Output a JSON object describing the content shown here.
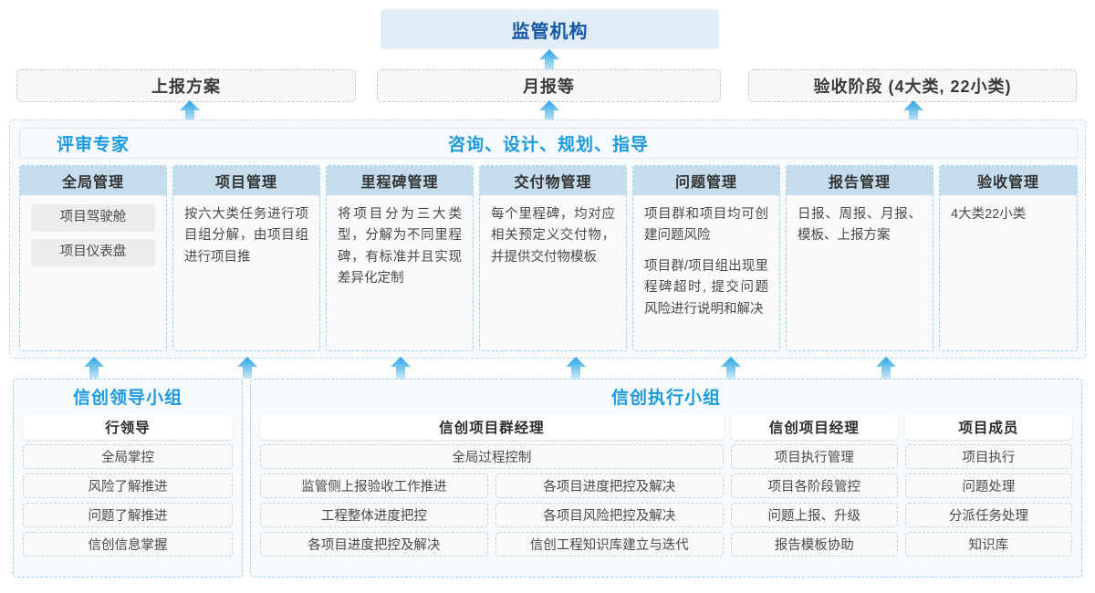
{
  "top": {
    "regulator": "监管机构",
    "deliverables": [
      {
        "label": "上报方案"
      },
      {
        "label": "月报等"
      },
      {
        "label": "验收阶段 (4大类, 22小类)"
      }
    ]
  },
  "middle": {
    "header_left": "评审专家",
    "header_center": "咨询、设计、规划、指导",
    "columns": [
      {
        "title": "全局管理",
        "chips": [
          "项目驾驶舱",
          "项目仪表盘"
        ],
        "paragraphs": []
      },
      {
        "title": "项目管理",
        "chips": [],
        "paragraphs": [
          "按六大类任务进行项目组分解，由项目组进行项目推"
        ]
      },
      {
        "title": "里程碑管理",
        "chips": [],
        "paragraphs": [
          "将项目分为三大类型，分解为不同里程碑，有标准并且实现差异化定制"
        ]
      },
      {
        "title": "交付物管理",
        "chips": [],
        "paragraphs": [
          "每个里程碑，均对应相关预定义交付物，并提供交付物模板"
        ]
      },
      {
        "title": "问题管理",
        "chips": [],
        "paragraphs": [
          "项目群和项目均可创建问题风险",
          "项目群/项目组出现里程碑超时, 提交问题风险进行说明和解决"
        ]
      },
      {
        "title": "报告管理",
        "chips": [],
        "paragraphs": [
          "日报、周报、月报、模板、上报方案"
        ]
      },
      {
        "title": "验收管理",
        "chips": [],
        "paragraphs": [
          "4大类22小类"
        ]
      }
    ]
  },
  "bottom": {
    "leading_group": {
      "title": "信创领导小组",
      "role": "行领导",
      "tasks": [
        "全局掌控",
        "风险了解推进",
        "问题了解推进",
        "信创信息掌握"
      ]
    },
    "exec_group": {
      "title": "信创执行小组",
      "program_manager": {
        "role": "信创项目群经理",
        "full_task": "全局过程控制",
        "left_tasks": [
          "监管侧上报验收工作推进",
          "工程整体进度把控",
          "各项目进度把控及解决"
        ],
        "right_tasks": [
          "各项目进度把控及解决",
          "各项目风险把控及解决",
          "信创工程知识库建立与迭代"
        ]
      },
      "project_manager": {
        "role": "信创项目经理",
        "tasks": [
          "项目执行管理",
          "项目各阶段管控",
          "问题上报、升级",
          "报告模板协助"
        ]
      },
      "member": {
        "role": "项目成员",
        "tasks": [
          "项目执行",
          "问题处理",
          "分派任务处理",
          "知识库"
        ]
      }
    }
  },
  "colors": {
    "accent_blue": "#1c9ae0",
    "title_blue": "#1557a5",
    "header_fill": "#c5dced",
    "top_fill": "#e2ecf7",
    "arrow_top": "#2aa3e4",
    "arrow_bottom": "#bfe2f5"
  }
}
